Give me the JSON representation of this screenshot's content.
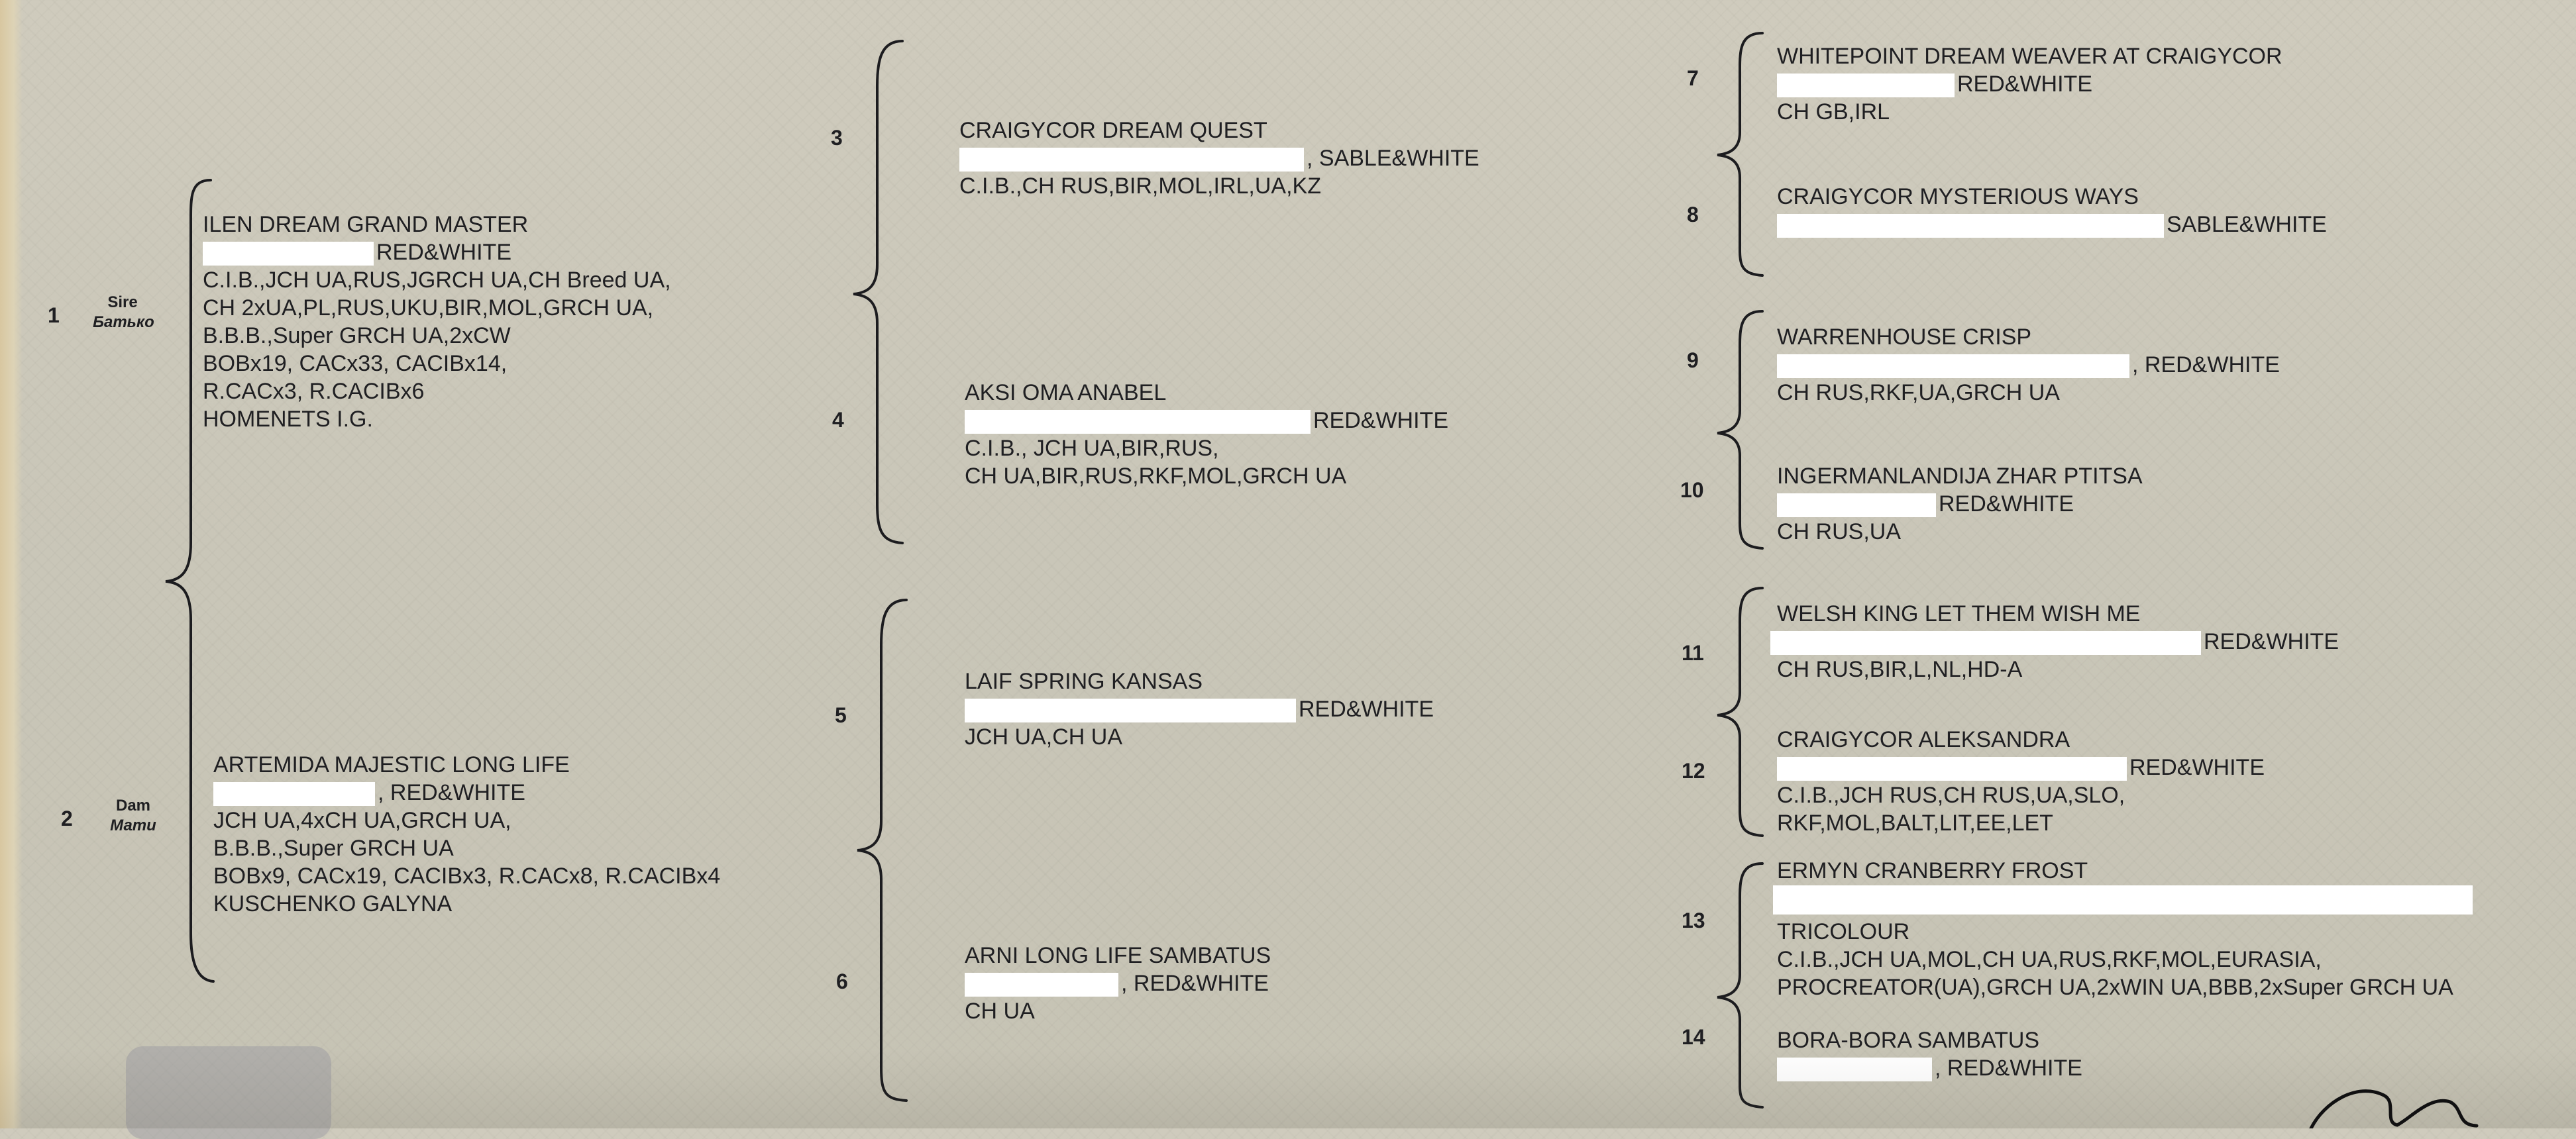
{
  "generation1": {
    "sire": {
      "num": "1",
      "role": "Sire",
      "role_ua": "Батько",
      "name": "ILEN DREAM GRAND MASTER",
      "color": "RED&WHITE",
      "titles": [
        "C.I.B.,JCH UA,RUS,JGRCH UA,CH Breed UA,",
        "CH 2xUA,PL,RUS,UKU,BIR,MOL,GRCH UA,",
        "B.B.B.,Super GRCH UA,2xCW",
        "BOBx19, CACx33, CACIBx14,",
        "R.CACx3, R.CACIBx6",
        "HOMENETS I.G."
      ]
    },
    "dam": {
      "num": "2",
      "role": "Dam",
      "role_ua": "Мати",
      "name": "ARTEMIDA MAJESTIC LONG LIFE",
      "color": ", RED&WHITE",
      "titles": [
        "JCH UA,4xCH UA,GRCH UA,",
        "B.B.B.,Super GRCH UA",
        "BOBx9, CACx19, CACIBx3, R.CACx8, R.CACIBx4",
        "KUSCHENKO GALYNA"
      ]
    }
  },
  "generation2": [
    {
      "num": "3",
      "name": "CRAIGYCOR DREAM QUEST",
      "color": ", SABLE&WHITE",
      "titles": [
        "C.I.B.,CH RUS,BIR,MOL,IRL,UA,KZ"
      ]
    },
    {
      "num": "4",
      "name": "AKSI OMA ANABEL",
      "color": "RED&WHITE",
      "titles": [
        "C.I.B., JCH UA,BIR,RUS,",
        "CH UA,BIR,RUS,RKF,MOL,GRCH UA"
      ]
    },
    {
      "num": "5",
      "name": "LAIF SPRING KANSAS",
      "color": "RED&WHITE",
      "titles": [
        "JCH UA,CH UA"
      ]
    },
    {
      "num": "6",
      "name": "ARNI LONG LIFE SAMBATUS",
      "color": ", RED&WHITE",
      "titles": [
        "CH UA"
      ]
    }
  ],
  "generation3": [
    {
      "num": "7",
      "name": "WHITEPOINT DREAM WEAVER AT CRAIGYCOR",
      "color": "RED&WHITE",
      "titles": [
        "CH GB,IRL"
      ]
    },
    {
      "num": "8",
      "name": "CRAIGYCOR MYSTERIOUS WAYS",
      "color": "SABLE&WHITE",
      "titles": []
    },
    {
      "num": "9",
      "name": "WARRENHOUSE CRISP",
      "color": ", RED&WHITE",
      "titles": [
        "CH RUS,RKF,UA,GRCH UA"
      ]
    },
    {
      "num": "10",
      "name": "INGERMANLANDIJA ZHAR PTITSA",
      "color": "RED&WHITE",
      "titles": [
        "CH RUS,UA"
      ]
    },
    {
      "num": "11",
      "name": "WELSH KING LET THEM WISH ME",
      "color": "RED&WHITE",
      "titles": [
        "CH RUS,BIR,L,NL,HD-A"
      ]
    },
    {
      "num": "12",
      "name": "CRAIGYCOR ALEKSANDRA",
      "color": "RED&WHITE",
      "titles": [
        "C.I.B.,JCH RUS,CH RUS,UA,SLO,",
        "RKF,MOL,BALT,LIT,EE,LET"
      ]
    },
    {
      "num": "13",
      "name": "ERMYN CRANBERRY FROST",
      "color": "TRICOLOUR",
      "titles": [
        "C.I.B.,JCH UA,MOL,CH UA,RUS,RKF,MOL,EURASIA,",
        "PROCREATOR(UA),GRCH UA,2xWIN UA,BBB,2xSuper GRCH UA"
      ]
    },
    {
      "num": "14",
      "name": "BORA-BORA SAMBATUS",
      "color": ", RED&WHITE",
      "titles": []
    }
  ]
}
